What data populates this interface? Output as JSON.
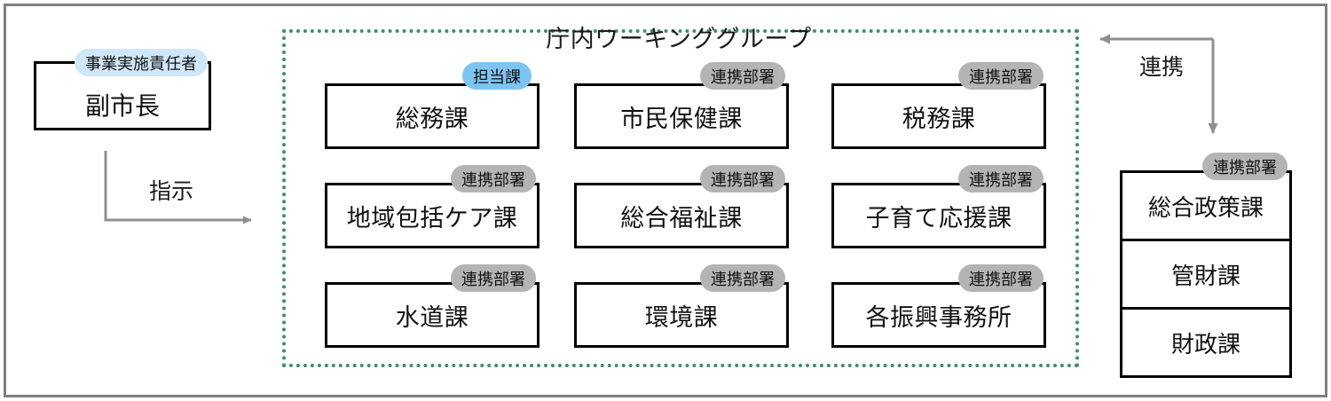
{
  "diagram": {
    "title": "庁内ワーキンググループ",
    "frame_color": "#808080",
    "group_border_color": "#3d8f68"
  },
  "leader": {
    "badge": "事業実施責任者",
    "badge_color": "#cfe7f8",
    "name": "副市長"
  },
  "arrows": {
    "instruction_label": "指示",
    "cooperation_label": "連携",
    "color": "#909090"
  },
  "badges": {
    "primary": "担当課",
    "primary_color": "#7ec4f2",
    "partner": "連携部署",
    "partner_color": "#b4b4b4"
  },
  "working_group": {
    "columns": [
      {
        "departments": [
          {
            "name": "総務課",
            "badge": "担当課",
            "badge_type": "primary"
          },
          {
            "name": "地域包括ケア課",
            "badge": "連携部署",
            "badge_type": "partner"
          },
          {
            "name": "水道課",
            "badge": "連携部署",
            "badge_type": "partner"
          }
        ]
      },
      {
        "departments": [
          {
            "name": "市民保健課",
            "badge": "連携部署",
            "badge_type": "partner"
          },
          {
            "name": "総合福祉課",
            "badge": "連携部署",
            "badge_type": "partner"
          },
          {
            "name": "環境課",
            "badge": "連携部署",
            "badge_type": "partner"
          }
        ]
      },
      {
        "departments": [
          {
            "name": "税務課",
            "badge": "連携部署",
            "badge_type": "partner"
          },
          {
            "name": "子育て応援課",
            "badge": "連携部署",
            "badge_type": "partner"
          },
          {
            "name": "各振興事務所",
            "badge": "連携部署",
            "badge_type": "partner"
          }
        ]
      }
    ]
  },
  "partner_stack": {
    "badge": "連携部署",
    "departments": [
      "総合政策課",
      "管財課",
      "財政課"
    ]
  }
}
